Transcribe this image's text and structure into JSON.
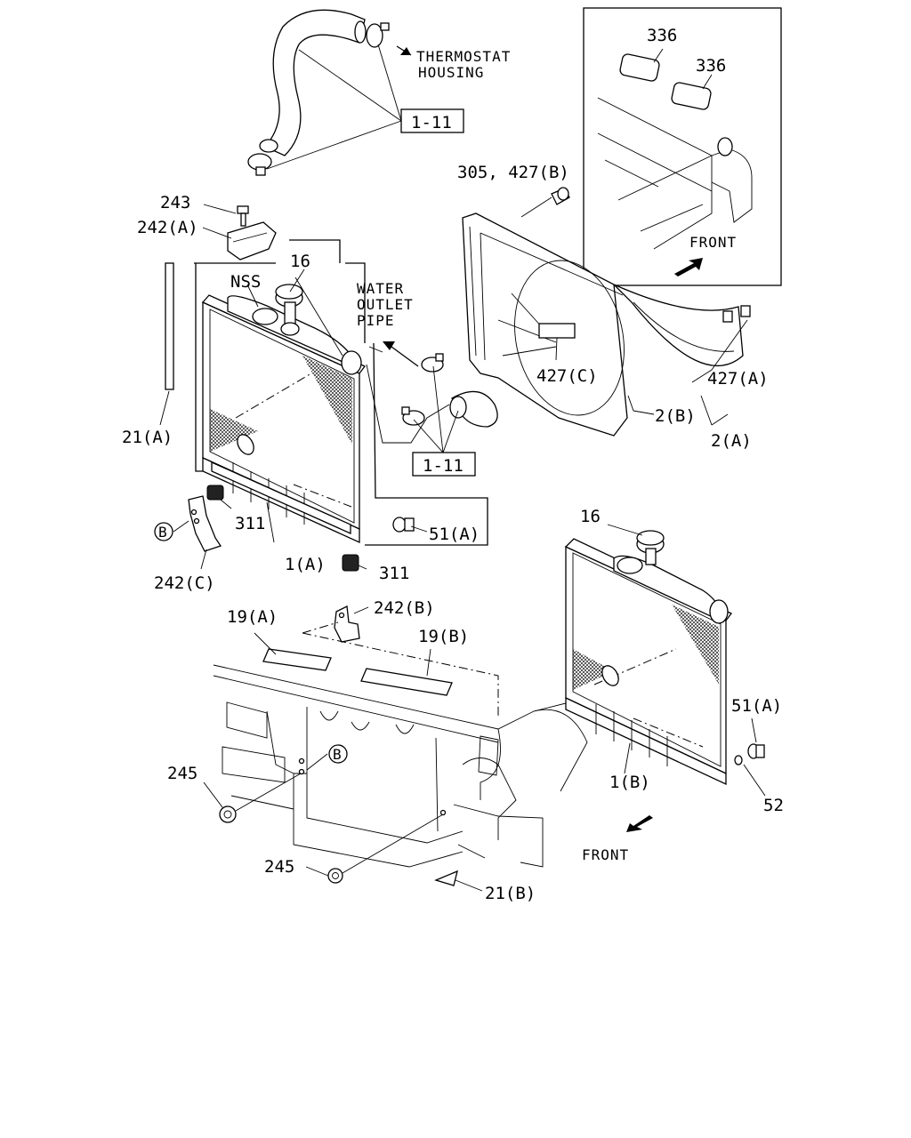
{
  "callouts": {
    "thermostat_housing": [
      "THERMOSTAT",
      "HOUSING"
    ],
    "water_outlet_pipe": [
      "WATER",
      "OUTLET",
      "PIPE"
    ],
    "ref_1_11_top": "1-11",
    "ref_1_11_mid": "1-11",
    "front_inset": "FRONT",
    "front_bottom": "FRONT",
    "circle_b": "B"
  },
  "part_labels": {
    "p336_a": "336",
    "p336_b": "336",
    "p305_427b": "305, 427(B)",
    "p243": "243",
    "p242a": "242(A)",
    "p16_top": "16",
    "nss": "NSS",
    "p21a": "21(A)",
    "p427c": "427(C)",
    "p427a": "427(A)",
    "p2b": "2(B)",
    "p2a": "2(A)",
    "p311_left": "311",
    "p51a_left": "51(A)",
    "p1a": "1(A)",
    "p311_mid": "311",
    "p242c": "242(C)",
    "p242b": "242(B)",
    "p19a": "19(A)",
    "p19b": "19(B)",
    "p16_right": "16",
    "p51a_right": "51(A)",
    "p1b": "1(B)",
    "p52": "52",
    "p245_upper": "245",
    "p245_lower": "245",
    "p21b": "21(B)"
  }
}
